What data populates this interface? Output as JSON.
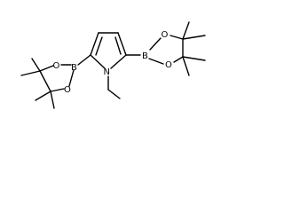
{
  "molecule": {
    "atoms": {
      "n1": "N",
      "b_left": "B",
      "b_right": "B",
      "o_left_top": "O",
      "o_left_bottom": "O",
      "o_right_top": "O",
      "o_right_bottom": "O"
    }
  },
  "colors": {
    "bond": "#000000",
    "label": "#000000",
    "background": "#ffffff"
  }
}
